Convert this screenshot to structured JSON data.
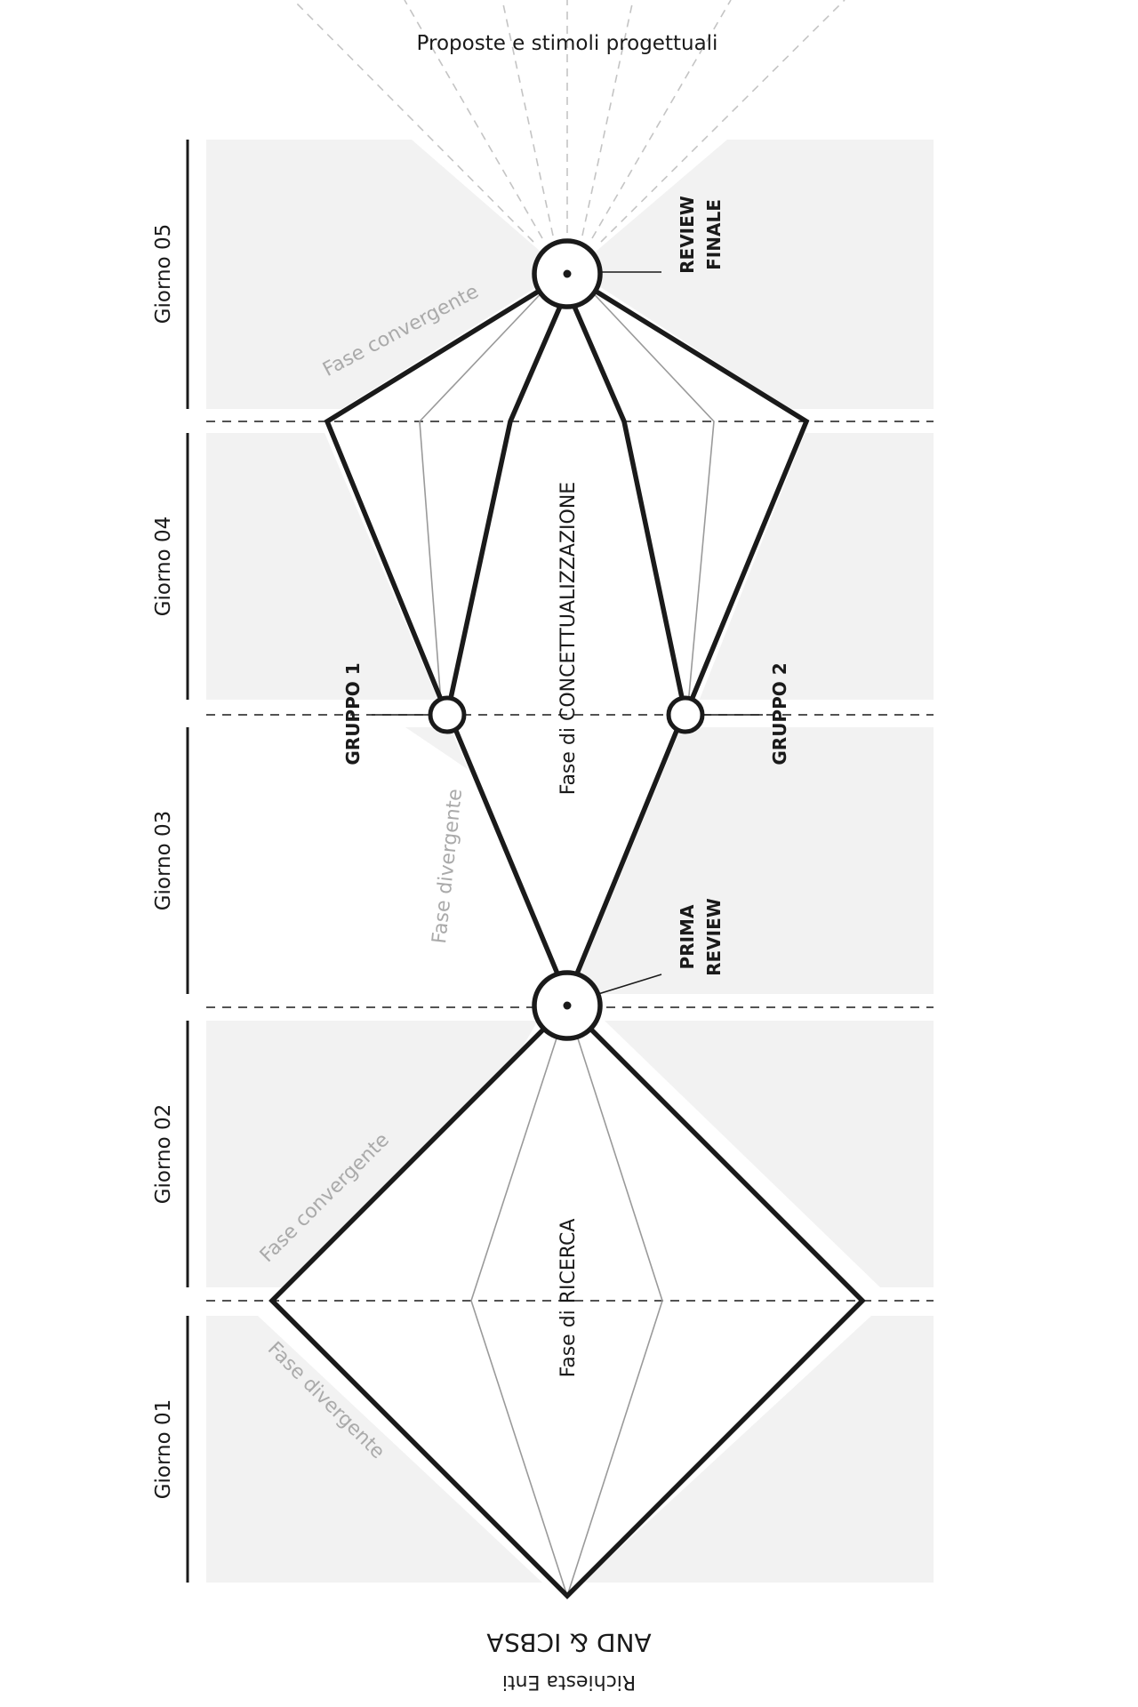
{
  "title": "Proposte e stimoli progettuali",
  "days": [
    {
      "label": "Giorno 01"
    },
    {
      "label": "Giorno 02"
    },
    {
      "label": "Giorno 03"
    },
    {
      "label": "Giorno 04"
    },
    {
      "label": "Giorno 05"
    }
  ],
  "phases": {
    "ricerca": "Fase di RICERCA",
    "concettualizzazione": "Fase di CONCETTUALIZZAZIONE",
    "divergente_1": "Fase divergente",
    "convergente_1": "Fase convergente",
    "divergente_2": "Fase divergente",
    "convergente_2": "Fase convergente"
  },
  "milestones": {
    "prima_review": {
      "line1": "PRIMA",
      "line2": "REVIEW"
    },
    "review_finale": {
      "line1": "REVIEW",
      "line2": "FINALE"
    },
    "gruppo_1": "GRUPPO 1",
    "gruppo_2": "GRUPPO 2"
  },
  "source": {
    "line1": "AND & ICBSA",
    "line2": "Richiesta Enti"
  },
  "colors": {
    "background": "#ffffff",
    "band": "#f2f2f2",
    "stroke": "#1a1a1a",
    "thin_stroke": "#9a9a9a",
    "phase_text": "#aaaaaa",
    "dashed_rays": "#c4c4c4"
  }
}
